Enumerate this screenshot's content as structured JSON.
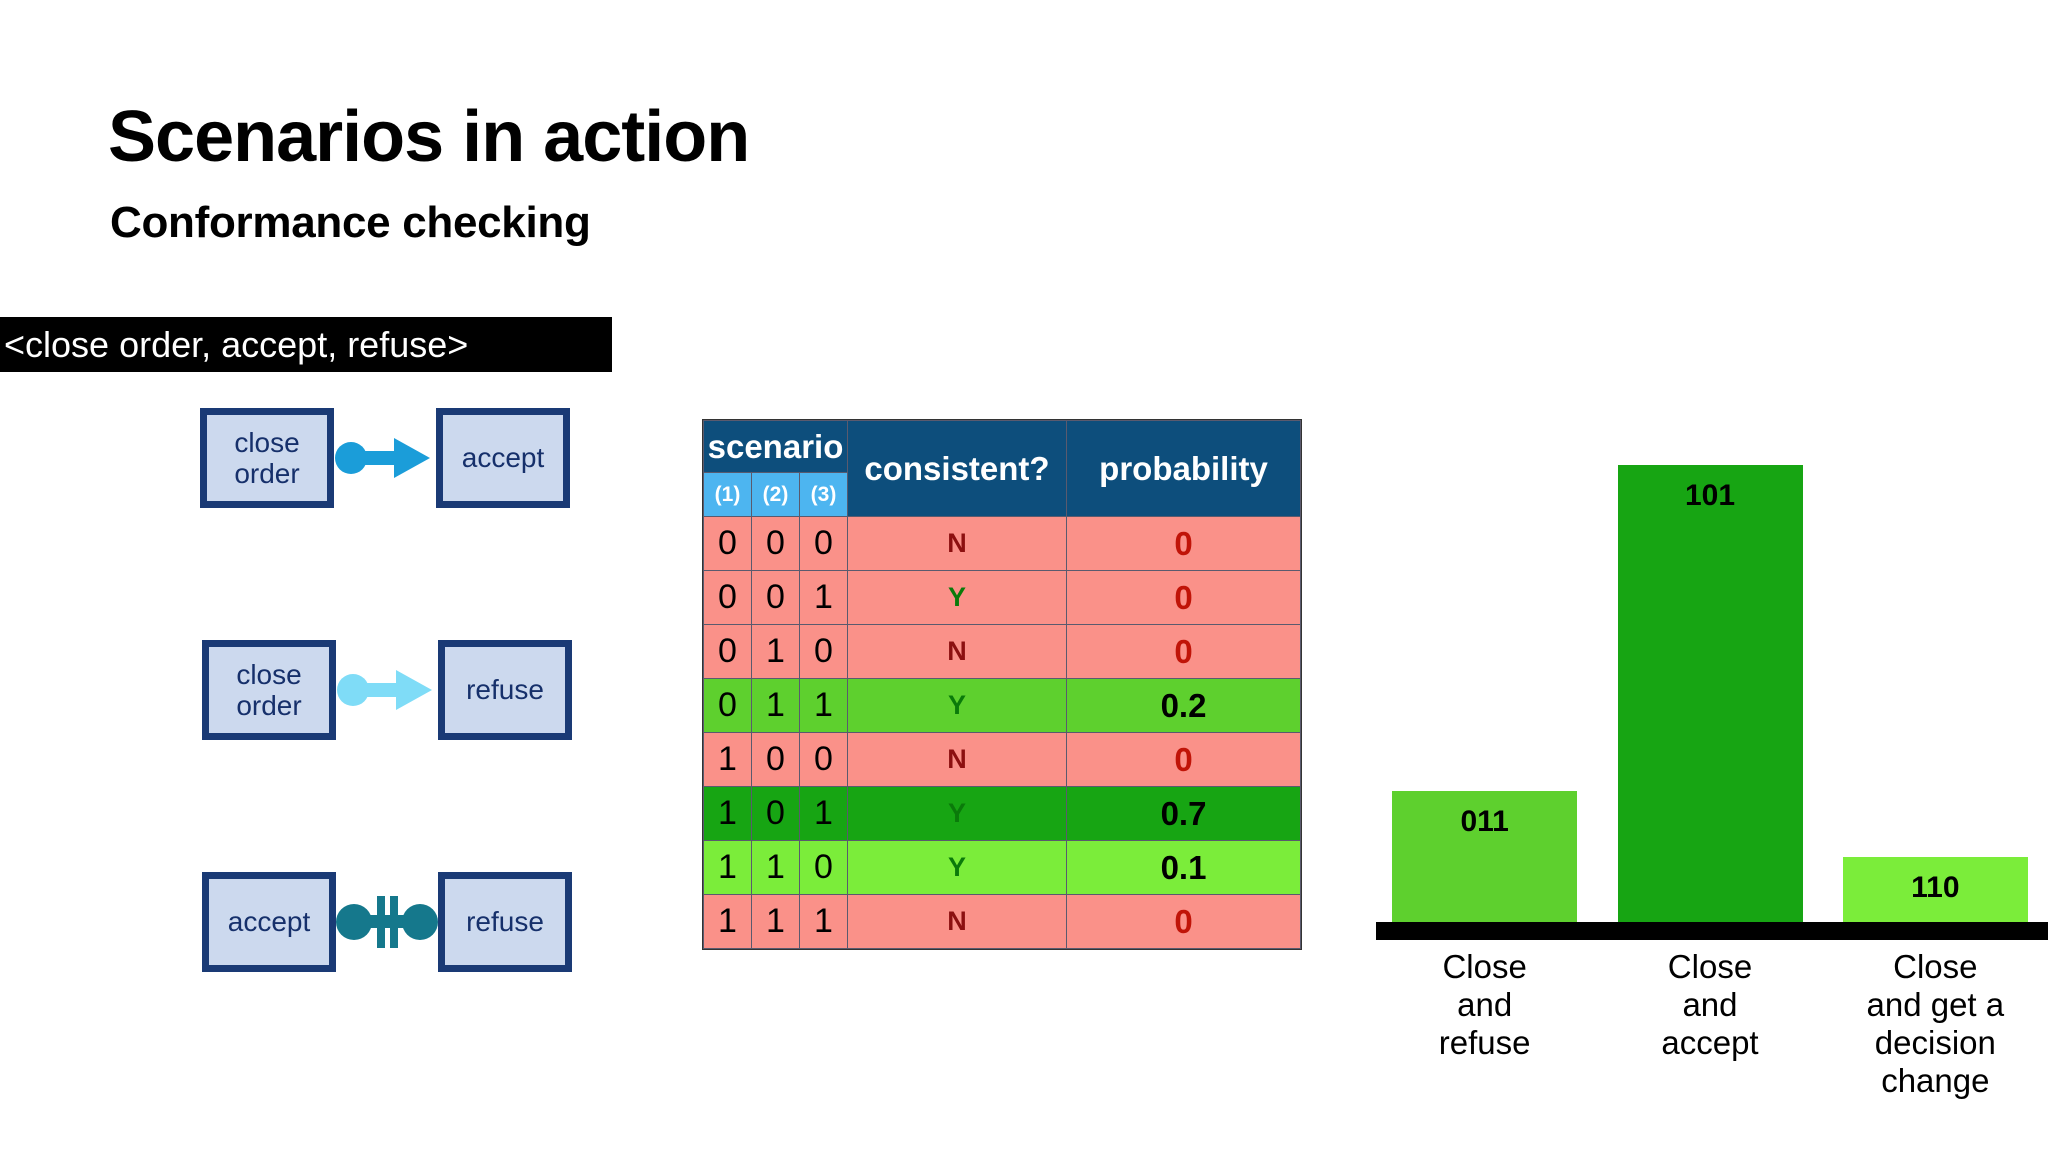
{
  "slide": {
    "title": "Scenarios in action",
    "subtitle": "Conformance checking",
    "trace_label": "<close order, accept, refuse>"
  },
  "diagrams": [
    {
      "name": "response-close-order-accept",
      "source": "close\norder",
      "source_line1": "close",
      "source_line2": "order",
      "target": "accept",
      "connector": "response-arrow",
      "color": "#1b9dd9"
    },
    {
      "name": "response-close-order-refuse",
      "source_line1": "close",
      "source_line2": "order",
      "target": "refuse",
      "connector": "response-arrow",
      "color": "#7fdcf7"
    },
    {
      "name": "non-coexistence-accept-refuse",
      "source_line1": "accept",
      "source_line2": "",
      "target": "refuse",
      "connector": "non-coexistence",
      "color": "#15788c"
    }
  ],
  "table": {
    "group_header": "scenario",
    "sub_headers": [
      "(1)",
      "(2)",
      "(3)"
    ],
    "headers": [
      "consistent?",
      "probability"
    ],
    "rows": [
      {
        "bits": [
          "0",
          "0",
          "0"
        ],
        "consistent": "N",
        "probability": "0",
        "bg": "#fa9189",
        "prob_style": "zero"
      },
      {
        "bits": [
          "0",
          "0",
          "1"
        ],
        "consistent": "Y",
        "probability": "0",
        "bg": "#fa9189",
        "prob_style": "zero"
      },
      {
        "bits": [
          "0",
          "1",
          "0"
        ],
        "consistent": "N",
        "probability": "0",
        "bg": "#fa9189",
        "prob_style": "zero"
      },
      {
        "bits": [
          "0",
          "1",
          "1"
        ],
        "consistent": "Y",
        "probability": "0.2",
        "bg": "#5ed02e",
        "prob_style": "val"
      },
      {
        "bits": [
          "1",
          "0",
          "0"
        ],
        "consistent": "N",
        "probability": "0",
        "bg": "#fa9189",
        "prob_style": "zero"
      },
      {
        "bits": [
          "1",
          "0",
          "1"
        ],
        "consistent": "Y",
        "probability": "0.7",
        "bg": "#17a513",
        "prob_style": "val"
      },
      {
        "bits": [
          "1",
          "1",
          "0"
        ],
        "consistent": "Y",
        "probability": "0.1",
        "bg": "#7bed3a",
        "prob_style": "val"
      },
      {
        "bits": [
          "1",
          "1",
          "1"
        ],
        "consistent": "N",
        "probability": "0",
        "bg": "#fa9189",
        "prob_style": "zero"
      }
    ]
  },
  "chart_data": {
    "type": "bar",
    "title": "",
    "xlabel": "",
    "ylabel": "",
    "ylim": [
      0,
      0.75
    ],
    "grid": false,
    "legend": "none",
    "categories": [
      "Close\nand\nrefuse",
      "Close\nand\naccept",
      "Close\nand get a\ndecision\nchange"
    ],
    "bar_labels": [
      "011",
      "101",
      "110"
    ],
    "values": [
      0.2,
      0.7,
      0.1
    ],
    "colors": [
      "#5ed02e",
      "#17a513",
      "#7bed3a"
    ]
  },
  "xlabel_lines": [
    [
      "Close",
      "and",
      "refuse"
    ],
    [
      "Close",
      "and",
      "accept"
    ],
    [
      "Close",
      "and get a",
      "decision",
      "change"
    ]
  ],
  "colors": {
    "header_navy": "#0d4e7c",
    "sub_blue": "#4db5f0",
    "pink": "#fa9189",
    "green_mid": "#5ed02e",
    "green_dark": "#17a513",
    "green_light": "#7bed3a",
    "node_fill": "#ccd9ee",
    "node_border": "#1a3a75",
    "teal": "#15788c"
  }
}
